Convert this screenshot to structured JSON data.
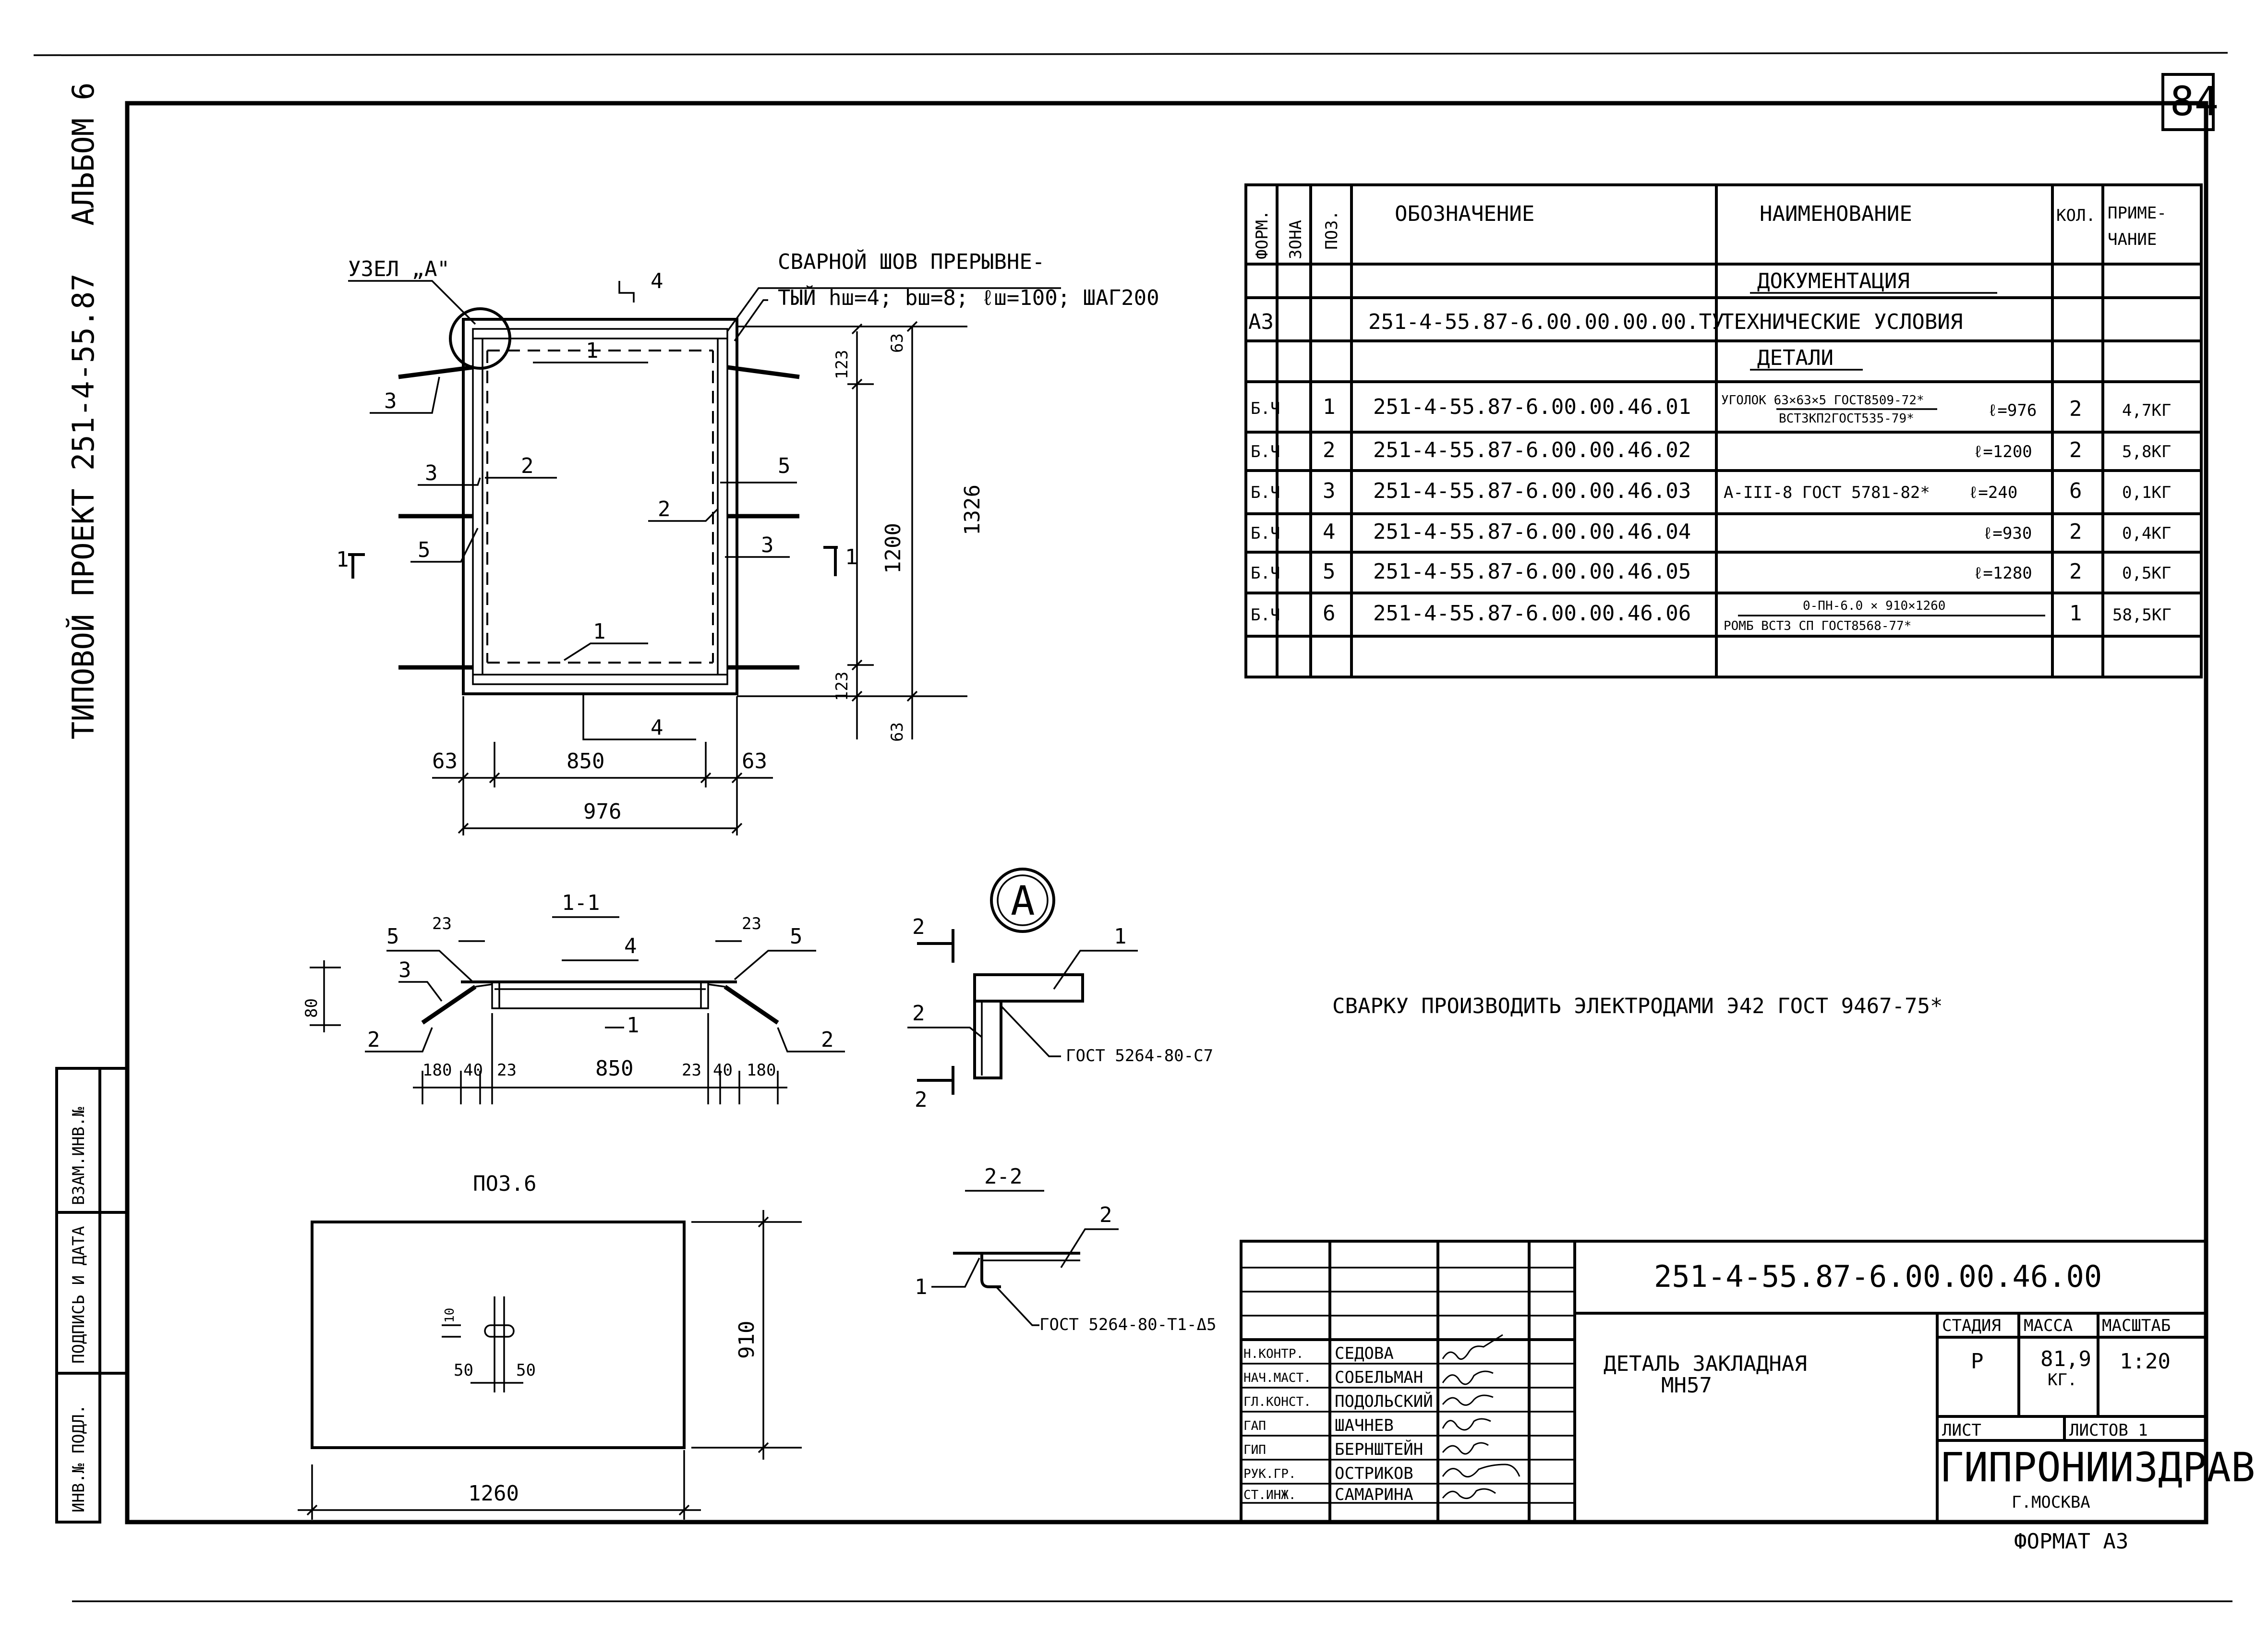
{
  "sheet": {
    "number": "84",
    "album": "АЛЬБОМ 6",
    "project": "ТИПОВОЙ ПРОЕКТ 251-4-55.87",
    "format": "ФОРМАТ А3",
    "stamp_cols": [
      "ВЗАМ.ИНВ.№",
      "ПОДПИСЬ И ДАТА",
      "ИНВ.№ ПОДЛ."
    ]
  },
  "spec": {
    "headers": {
      "form": "ФОРМ.",
      "zone": "ЗОНА",
      "pos": "ПОЗ.",
      "designation": "ОБОЗНАЧЕНИЕ",
      "name": "НАИМЕНОВАНИЕ",
      "qty": "КОЛ.",
      "note1": "ПРИМЕ-",
      "note2": "ЧАНИЕ"
    },
    "section_docs": "ДОКУМЕНТАЦИЯ",
    "doc_row": {
      "form": "А3",
      "designation": "251-4-55.87-6.00.00.00.00.ТУ",
      "name": "ТЕХНИЧЕСКИЕ УСЛОВИЯ"
    },
    "section_parts": "ДЕТАЛИ",
    "rows": [
      {
        "form": "Б.Ч",
        "pos": "1",
        "designation": "251-4-55.87-6.00.00.46.01",
        "name1": "УГОЛОК 63×63×5 ГОСТ8509-72*",
        "name2": "ВСТ3КП2ГОСТ535-79*",
        "len": "ℓ=976",
        "qty": "2",
        "note": "4,7КГ"
      },
      {
        "form": "Б.Ч",
        "pos": "2",
        "designation": "251-4-55.87-6.00.00.46.02",
        "name1": "",
        "name2": "",
        "len": "ℓ=1200",
        "qty": "2",
        "note": "5,8КГ"
      },
      {
        "form": "Б.Ч",
        "pos": "3",
        "designation": "251-4-55.87-6.00.00.46.03",
        "name1": "А-III-8 ГОСТ 5781-82*",
        "name2": "",
        "len": "ℓ=240",
        "qty": "6",
        "note": "0,1КГ"
      },
      {
        "form": "Б.Ч",
        "pos": "4",
        "designation": "251-4-55.87-6.00.00.46.04",
        "name1": "",
        "name2": "",
        "len": "ℓ=930",
        "qty": "2",
        "note": "0,4КГ"
      },
      {
        "form": "Б.Ч",
        "pos": "5",
        "designation": "251-4-55.87-6.00.00.46.05",
        "name1": "",
        "name2": "",
        "len": "ℓ=1280",
        "qty": "2",
        "note": "0,5КГ"
      },
      {
        "form": "Б.Ч",
        "pos": "6",
        "designation": "251-4-55.87-6.00.00.46.06",
        "name1": "0-ПН-6.0 × 910×1260",
        "name2": "РОМБ ВСТ3 СП ГОСТ8568-77*",
        "len": "",
        "qty": "1",
        "note": "58,5КГ"
      }
    ]
  },
  "note_weld": "СВАРКУ ПРОИЗВОДИТЬ ЭЛЕКТРОДАМИ Э42 ГОСТ 9467-75*",
  "plan": {
    "node_label": "УЗЕЛ „А\"",
    "weld_line1": "СВАРНОЙ ШОВ ПРЕРЫВНЕ-",
    "weld_line2": "ТЫЙ hш=4; bш=8; ℓш=100; ШАГ200",
    "dims": {
      "left": "63",
      "mid": "850",
      "right": "63",
      "total": "976",
      "top_in": "123",
      "top_off": "63",
      "height": "1200",
      "overall": "1326",
      "bot_in": "123",
      "bot_off": "63"
    },
    "cut": "1"
  },
  "sec11": {
    "title": "1-1",
    "dims": {
      "h": "80",
      "d1": "180",
      "d2": "40",
      "d3": "23",
      "mid": "850",
      "d4": "23",
      "d5": "40",
      "d6": "180",
      "t1": "23",
      "t2": "23"
    }
  },
  "nodeA": {
    "circle": "А",
    "cut": "2",
    "gost": "ГОСТ 5264-80-С7"
  },
  "sec22": {
    "title": "2-2",
    "gost": "ГОСТ 5264-80-Т1-Δ5"
  },
  "pos6": {
    "title": "ПОЗ.6",
    "dims": {
      "width": "1260",
      "height": "910",
      "slot_l": "50",
      "slot_r": "50",
      "slot_h": "10"
    }
  },
  "titleblock": {
    "code": "251-4-55.87-6.00.00.46.00",
    "name1": "ДЕТАЛЬ ЗАКЛАДНАЯ",
    "name2": "МН57",
    "stage_h": "СТАДИЯ",
    "mass_h": "МАССА",
    "scale_h": "МАСШТАБ",
    "stage": "Р",
    "mass": "81,9",
    "mass_unit": "КГ.",
    "scale": "1:20",
    "sheet_h": "ЛИСТ",
    "sheets_h": "ЛИСТОВ 1",
    "org": "ГИПРОНИИЗДРАВ",
    "city": "Г.МОСКВА",
    "staff": [
      {
        "role": "Н.КОНТР.",
        "name": "СЕДОВА"
      },
      {
        "role": "НАЧ.МАСТ.",
        "name": "СОБЕЛЬМАН"
      },
      {
        "role": "ГЛ.КОНСТ.",
        "name": "ПОДОЛЬСКИЙ"
      },
      {
        "role": "ГАП",
        "name": "ШАЧНЕВ"
      },
      {
        "role": "ГИП",
        "name": "БЕРНШТЕЙН"
      },
      {
        "role": "РУК.ГР.",
        "name": "ОСТРИКОВ"
      },
      {
        "role": "СТ.ИНЖ.",
        "name": "САМАРИНА"
      }
    ]
  }
}
